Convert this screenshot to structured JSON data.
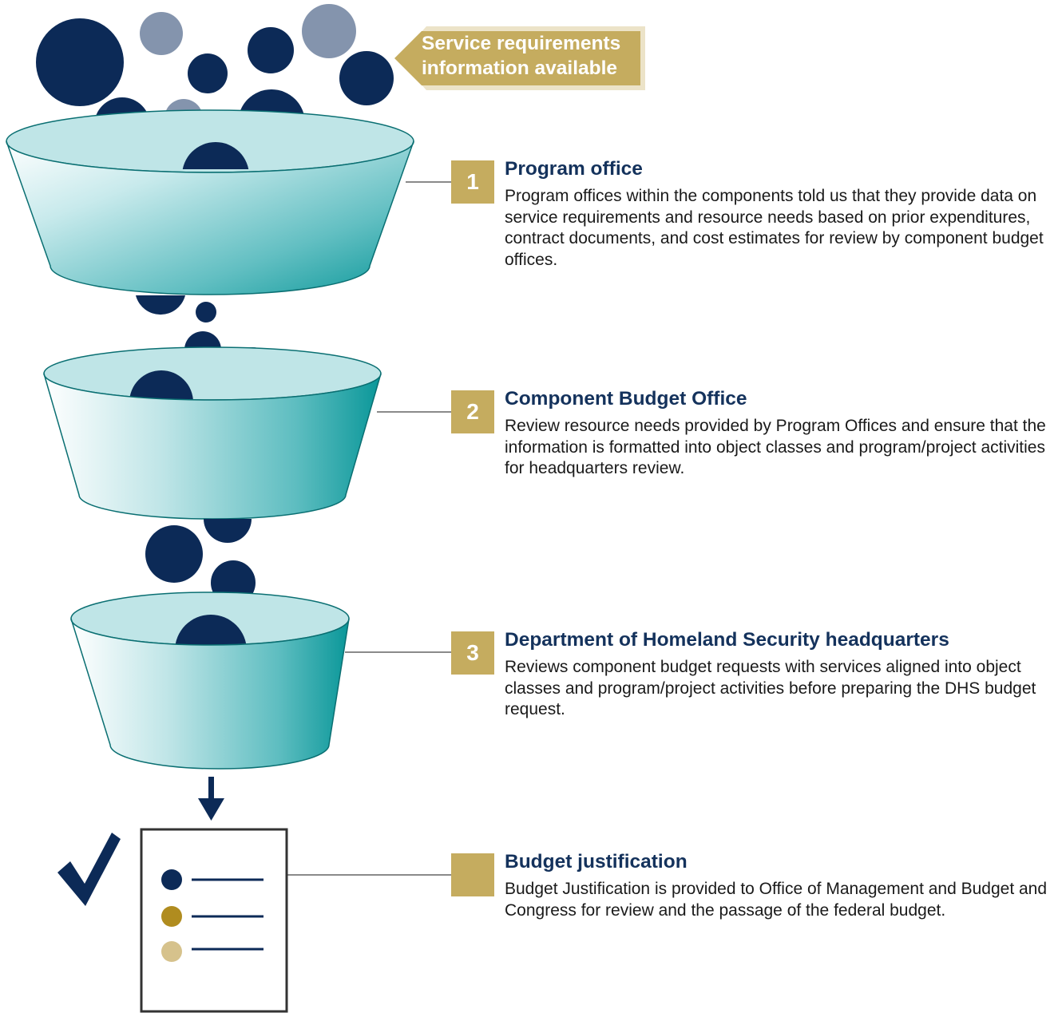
{
  "banner": {
    "text_line1": "Service requirements",
    "text_line2": "information available"
  },
  "steps": [
    {
      "number": "1",
      "title": "Program office",
      "body": "Program offices within the components told us that they provide data on service requirements and resource needs based on prior expenditures, contract documents, and cost estimates for review by component budget offices."
    },
    {
      "number": "2",
      "title": "Component Budget Office",
      "body": "Review resource needs provided by Program Offices and ensure that the information is formatted into object classes and program/project activities for headquarters review."
    },
    {
      "number": "3",
      "title": "Department of Homeland Security headquarters",
      "body": "Reviews component budget requests with services aligned into object classes and program/project activities before preparing the DHS budget request."
    },
    {
      "number": "",
      "title": "Budget justification",
      "body": "Budget Justification is provided to Office of Management and Budget and Congress for review and the passage of the federal budget."
    }
  ],
  "colors": {
    "navy": "#0c2a57",
    "gold": "#c5ac5f",
    "gray_blue": "#8494ad",
    "teal_dark": "#0e9a9c",
    "teal_light": "#bfe5e7"
  },
  "icons": [
    "checkmark-icon",
    "document-icon",
    "down-arrow-icon"
  ]
}
